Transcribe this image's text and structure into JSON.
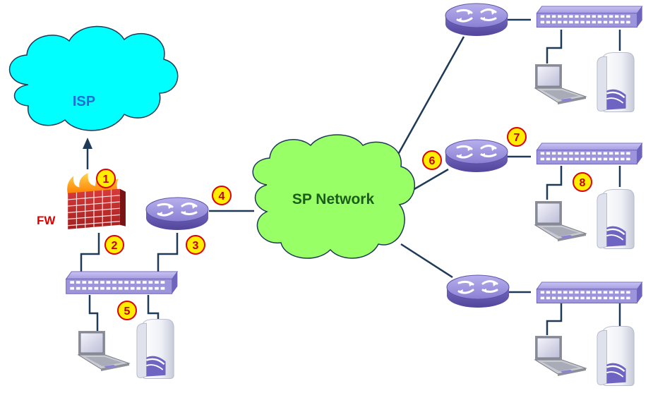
{
  "clouds": {
    "isp_label": "ISP",
    "sp_label": "SP Network"
  },
  "firewall": {
    "label": "FW"
  },
  "badges": [
    "1",
    "2",
    "3",
    "4",
    "5",
    "6",
    "7",
    "8"
  ],
  "colors": {
    "isp_cloud_fill": "#00ffff",
    "isp_text": "#1f6fd6",
    "sp_cloud_fill": "#99ff66",
    "sp_text": "#1a5e1a",
    "fw_text": "#e00000",
    "badge_fill": "#ffee00",
    "badge_stroke": "#e00000",
    "device_purple": "#8b82d6",
    "link": "#1f3a56"
  },
  "icons": [
    "cloud-icon",
    "firewall-icon",
    "router-icon",
    "switch-icon",
    "laptop-icon",
    "server-icon"
  ]
}
